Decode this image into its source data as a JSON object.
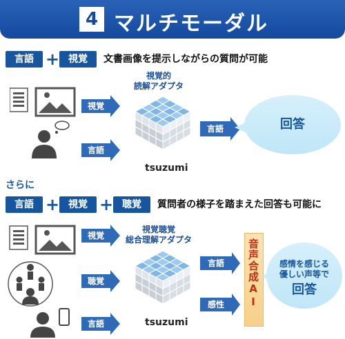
{
  "banner": {
    "number": "4",
    "title": "マルチモーダル"
  },
  "section1": {
    "tags": [
      "言語",
      "視覚"
    ],
    "caption": "文書画像を提示しながらの質問が可能",
    "adapter_label": [
      "視覚的",
      "読解アダプタ"
    ],
    "inputs": [
      "視覚",
      "言語"
    ],
    "output": "言語",
    "model_name": "tsuzumi",
    "answer": "回答"
  },
  "section2": {
    "intro": "さらに",
    "tags": [
      "言語",
      "視覚",
      "聴覚"
    ],
    "caption": "質問者の様子を踏まえた回答も可能に",
    "adapter_label": [
      "視覚聴覚",
      "総合理解アダプタ"
    ],
    "inputs": [
      "視覚",
      "聴覚",
      "言語"
    ],
    "outputs": [
      "言語",
      "感性"
    ],
    "model_name": "tsuzumi",
    "ai_label": "音声合成AI",
    "answer_lines": [
      "感情を感じる",
      "優しい声等で"
    ],
    "answer": "回答"
  },
  "colors": {
    "navy": "#134a9e",
    "tag": "#17569f",
    "arrow": "#2f6ab8",
    "ai_text": "#c03010",
    "bubble": "#c9ebfa"
  }
}
